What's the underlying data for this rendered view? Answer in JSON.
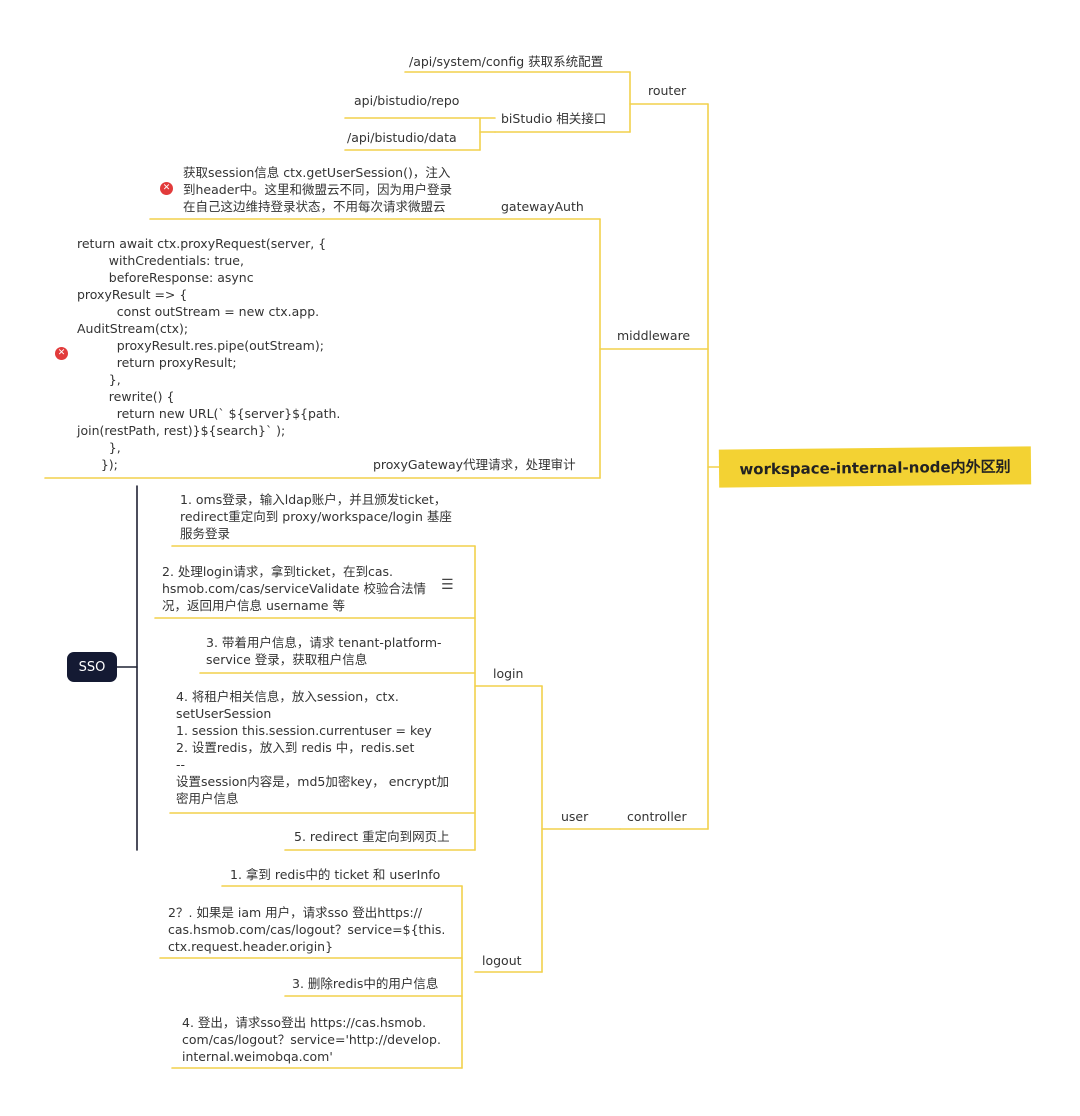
{
  "root": "workspace-internal-node内外区别",
  "router": {
    "label": "router",
    "config": "/api/system/config 获取系统配置",
    "bistudio": "biStudio 相关接口",
    "repo": "api/bistudio/repo",
    "data": "/api/bistudio/data"
  },
  "middleware": {
    "label": "middleware",
    "gatewayAuth": "gatewayAuth",
    "gatewayAuthNote": "获取session信息 ctx.getUserSession()，注入\n到header中。这里和微盟云不同，因为用户登录\n在自己这边维持登录状态，不用每次请求微盟云",
    "proxyGateway": "proxyGateway代理请求，处理审计",
    "code": "return await ctx.proxyRequest(server, {\n        withCredentials: true,\n        beforeResponse: async\nproxyResult => {\n          const outStream = new ctx.app.\nAuditStream(ctx);\n          proxyResult.res.pipe(outStream);\n          return proxyResult;\n        },\n        rewrite() {\n          return new URL(` ${server}${path.\njoin(restPath, rest)}${search}` );\n        },\n      });"
  },
  "controller": {
    "label": "controller",
    "user": "user",
    "login": {
      "label": "login",
      "step1": "1. oms登录，输入ldap账户，并且颁发ticket，\nredirect重定向到 proxy/workspace/login 基座\n服务登录",
      "step2": "2. 处理login请求，拿到ticket，在到cas.\nhsmob.com/cas/serviceValidate 校验合法情\n况，返回用户信息 username 等",
      "step3": "3. 带着用户信息，请求 tenant-platform-\nservice 登录，获取租户信息",
      "step4": "4. 将租户相关信息，放入session，ctx.\nsetUserSession\n1. session this.session.currentuser = key\n2. 设置redis，放入到 redis 中，redis.set\n--\n设置session内容是，md5加密key， encrypt加\n密用户信息",
      "step5": "5. redirect 重定向到网页上"
    },
    "logout": {
      "label": "logout",
      "step1": "1. 拿到 redis中的 ticket 和 userInfo",
      "step2": "2？. 如果是 iam 用户，请求sso 登出https://\ncas.hsmob.com/cas/logout？service=${this.\nctx.request.header.origin}",
      "step3": "3. 删除redis中的用户信息",
      "step4": "4. 登出，请求sso登出 https://cas.hsmob.\ncom/cas/logout？service='http://develop.\ninternal.weimobqa.com'"
    }
  },
  "sso": "SSO",
  "colors": {
    "line": "#f2d14c",
    "root_bg": "#f3d233",
    "sso_bg": "#141a33",
    "pin": "#e23b3b"
  },
  "icons": [
    "pin-icon",
    "note-icon"
  ]
}
